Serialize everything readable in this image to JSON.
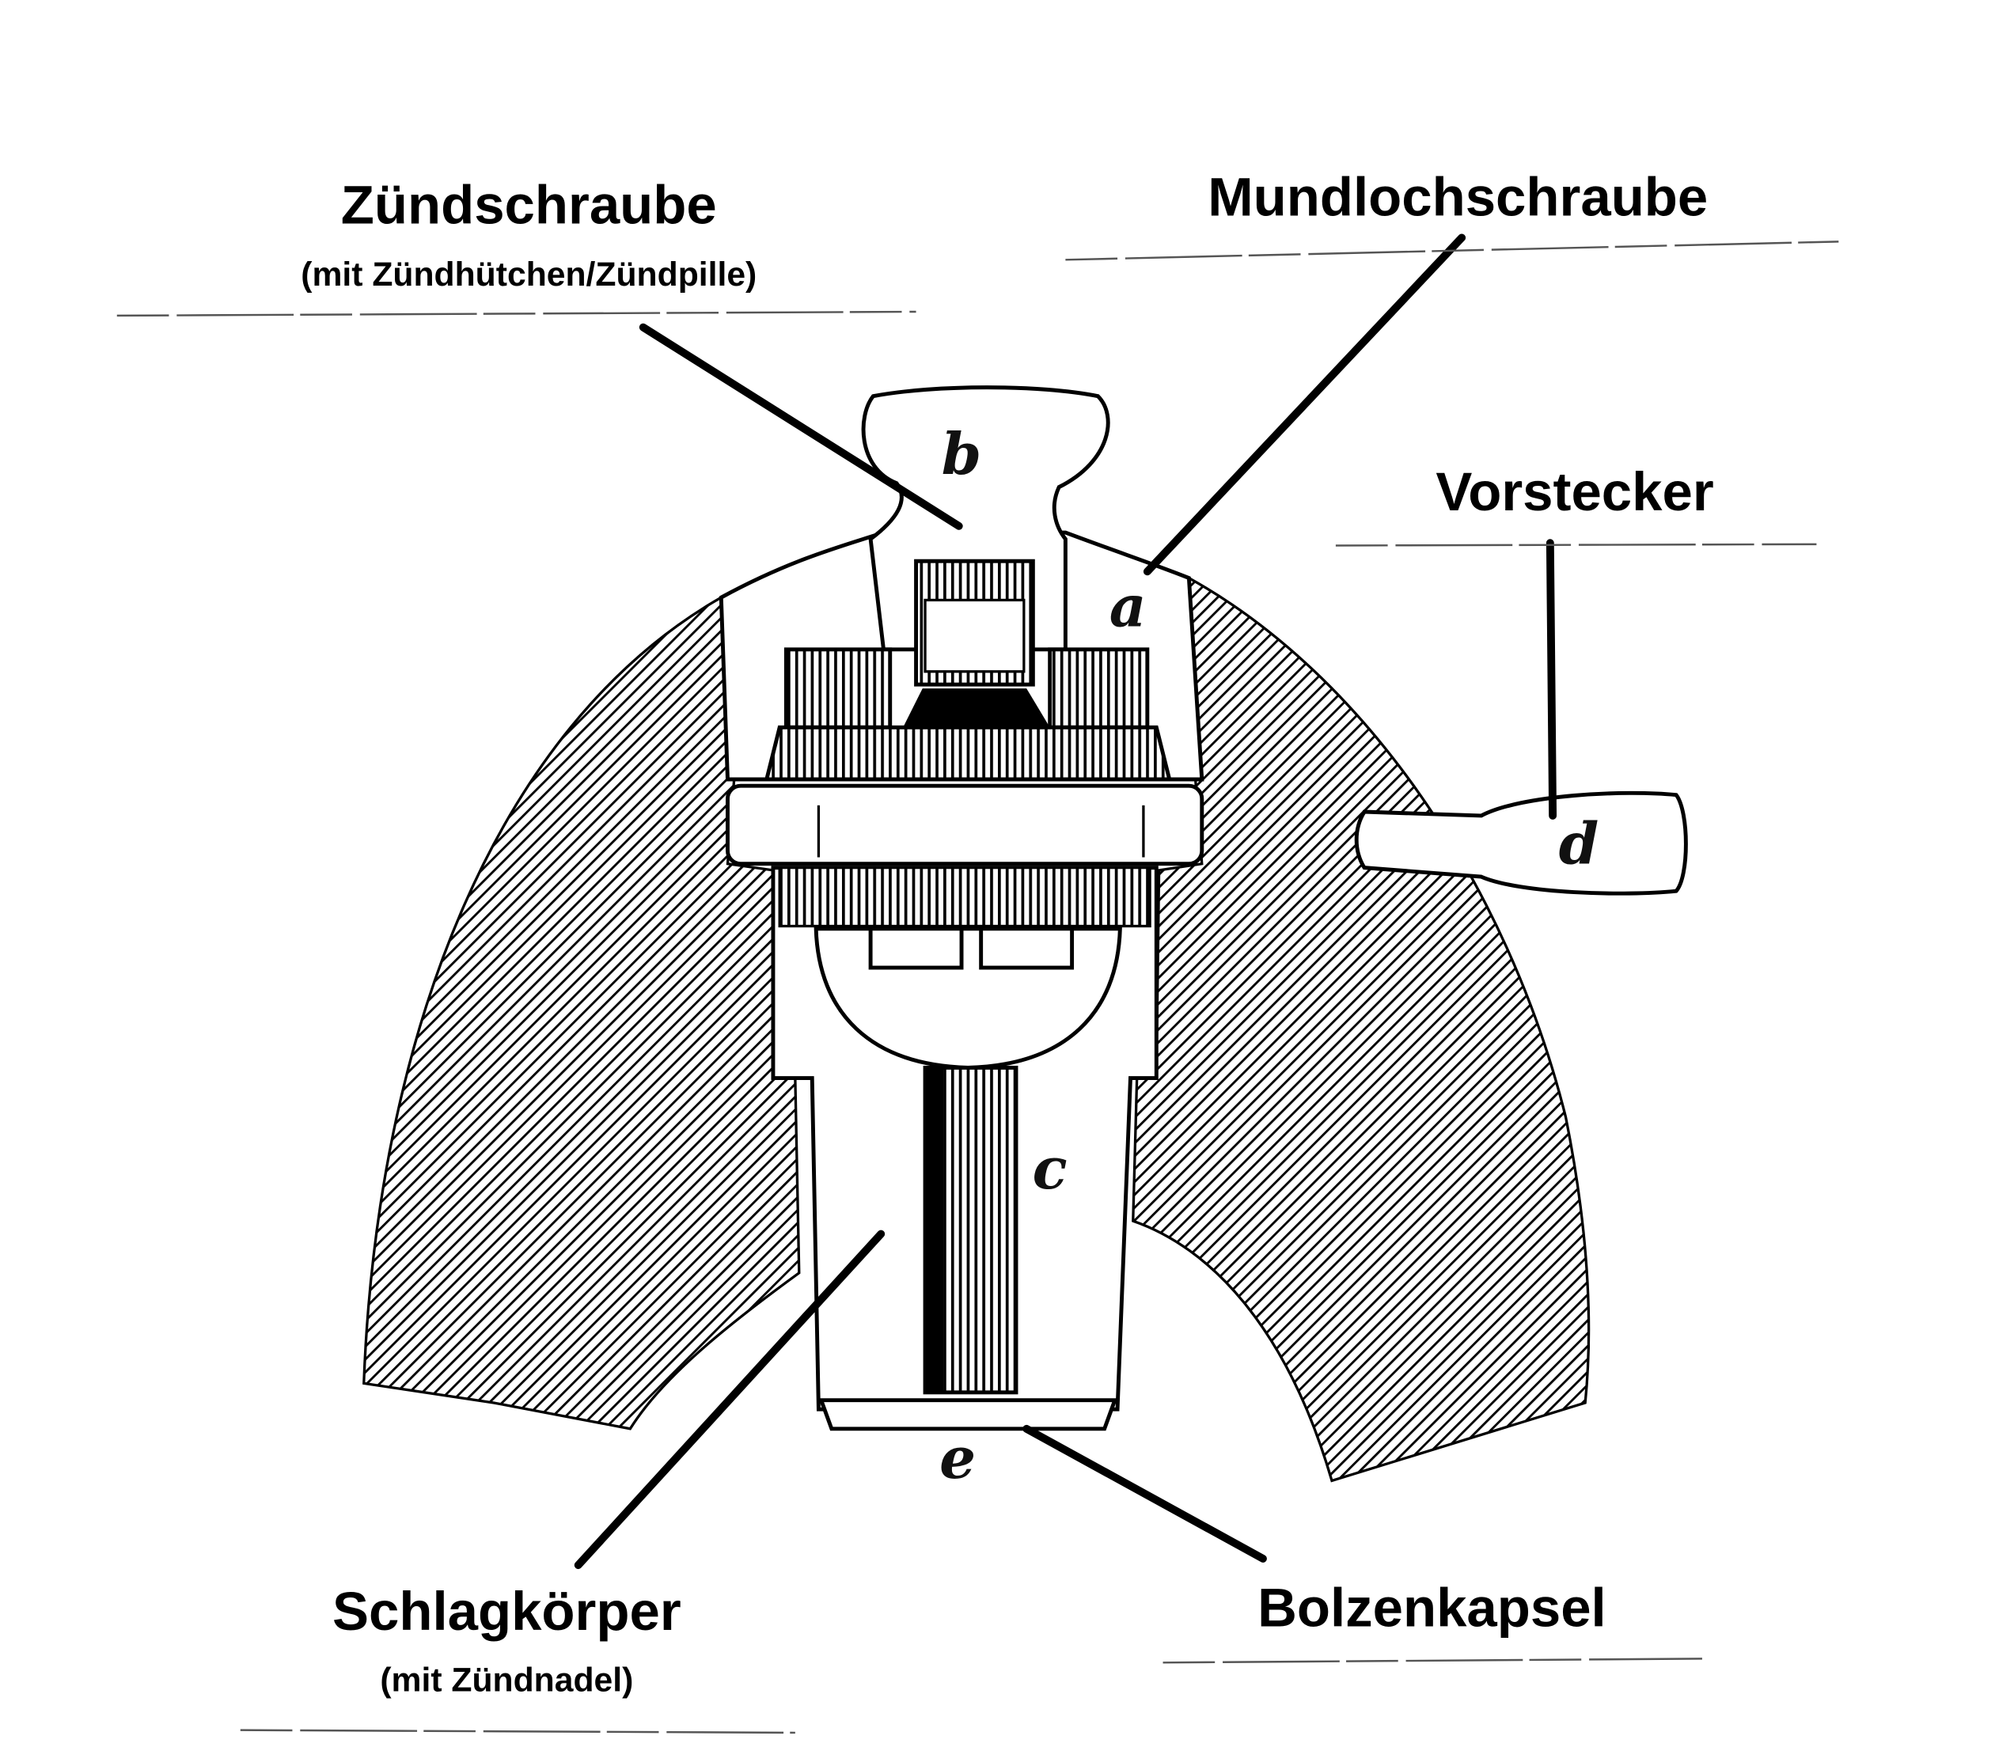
{
  "labels": {
    "zuendschraube": "Zündschraube",
    "zuendschraube_sub": "(mit Zündhütchen/Zündpille)",
    "mundlochschraube": "Mundlochschraube",
    "vorstecker": "Vorstecker",
    "schlagkoerper": "Schlagkörper",
    "schlagkoerper_sub": "(mit Zündnadel)",
    "bolzenkapsel": "Bolzenkapsel"
  },
  "part_letters": {
    "a": "a",
    "b": "b",
    "c": "c",
    "d": "d",
    "e": "e"
  }
}
